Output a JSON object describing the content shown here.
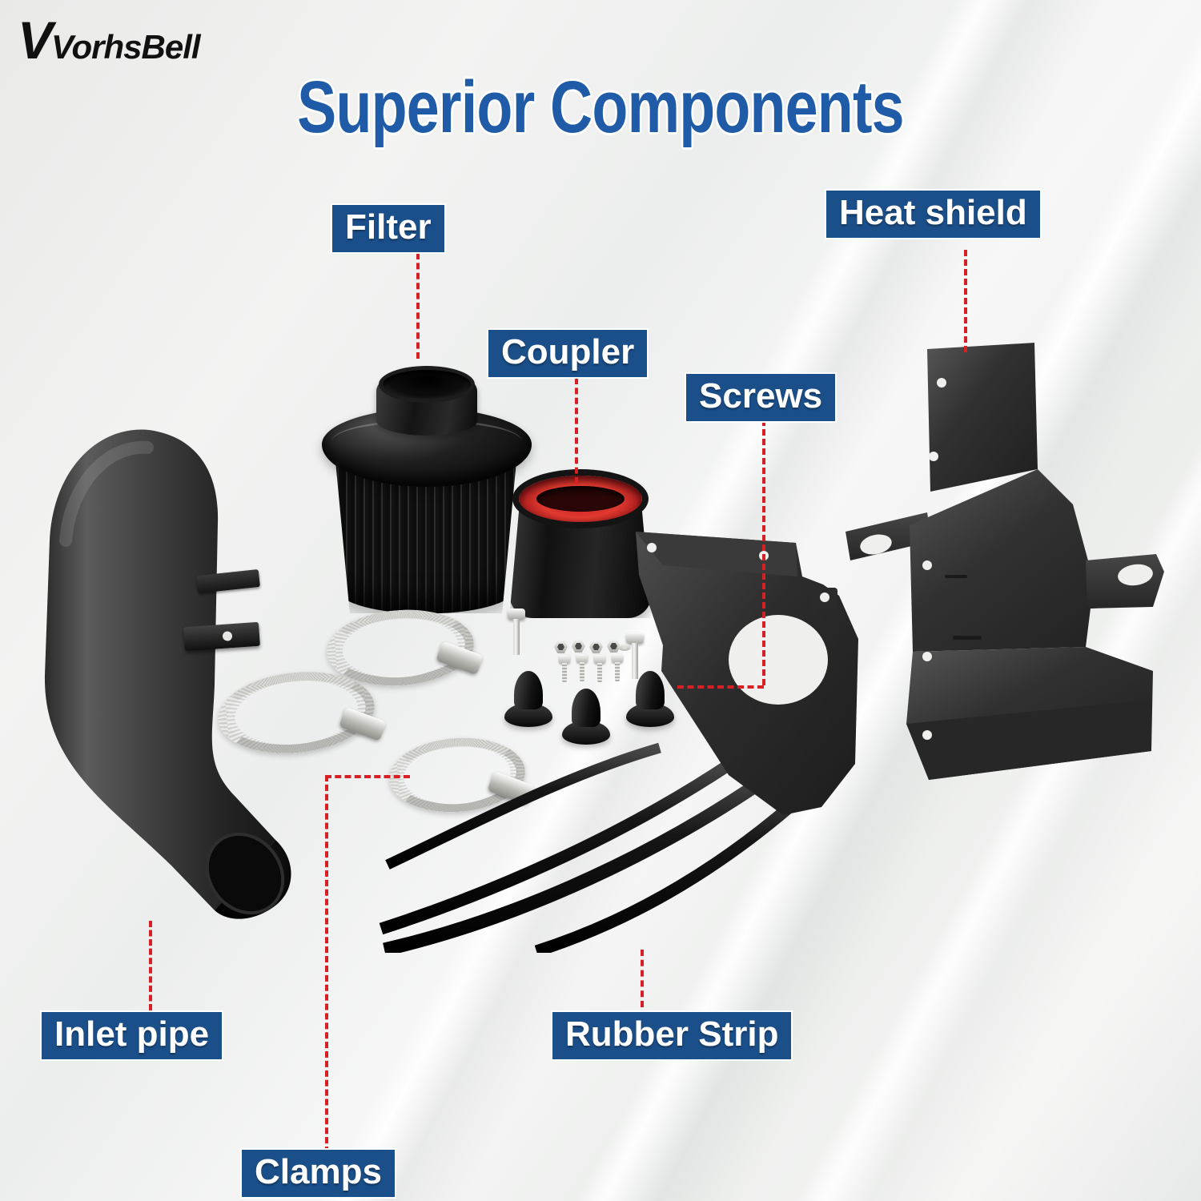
{
  "brand": {
    "mark": "V",
    "name": "VorhsBell"
  },
  "header": {
    "title": "Superior Components"
  },
  "colors": {
    "label_blue": "#1b4f8a",
    "title_blue": "#1f5ba6",
    "leader_red": "#d81f26",
    "label_text": "#ffffff",
    "background": "#f1f1f0"
  },
  "labels": [
    {
      "id": "filter",
      "text": "Filter"
    },
    {
      "id": "coupler",
      "text": "Coupler"
    },
    {
      "id": "screws",
      "text": "Screws"
    },
    {
      "id": "heat-shield",
      "text": "Heat shield"
    },
    {
      "id": "inlet-pipe",
      "text": "Inlet pipe"
    },
    {
      "id": "clamps",
      "text": "Clamps"
    },
    {
      "id": "rubber-strip",
      "text": "Rubber Strip"
    }
  ],
  "parts": {
    "filter": "air-filter",
    "coupler": "silicone-coupler",
    "screws": "hardware-set",
    "heat_shield": "heat-shield-panels",
    "inlet_pipe": "intake-pipe",
    "clamps": "hose-clamps",
    "rubber_strip": "rubber-edge-trim"
  }
}
